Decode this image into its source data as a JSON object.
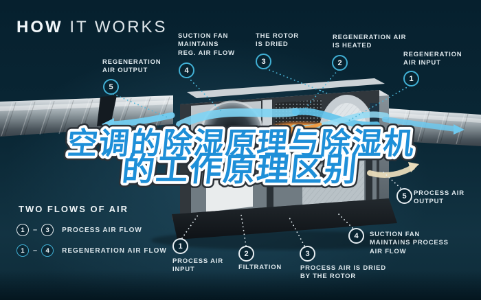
{
  "title": {
    "word_bold": "HOW",
    "word_light": "IT WORKS"
  },
  "headline": {
    "line1": "空调的除湿原理与除湿机",
    "line2": "的工作原理区别",
    "fill": "#1E8FD8",
    "outline": "#FFFFFF"
  },
  "callouts": {
    "regeneration": [
      {
        "num": "1",
        "label": "REGENERATION\nAIR INPUT"
      },
      {
        "num": "2",
        "label": "REGENERATION AIR\nIS HEATED"
      },
      {
        "num": "3",
        "label": "THE ROTOR\nIS DRIED"
      },
      {
        "num": "4",
        "label": "SUCTION FAN\nMAINTAINS\nREG. AIR FLOW"
      },
      {
        "num": "5",
        "label": "REGENERATION\nAIR OUTPUT"
      }
    ],
    "process": [
      {
        "num": "1",
        "label": "PROCESS AIR\nINPUT"
      },
      {
        "num": "2",
        "label": "FILTRATION"
      },
      {
        "num": "3",
        "label": "PROCESS AIR IS DRIED\nBY THE ROTOR"
      },
      {
        "num": "4",
        "label": "SUCTION FAN\nMAINTAINS PROCESS\nAIR FLOW"
      },
      {
        "num": "5",
        "label": "PROCESS AIR\nOUTPUT"
      }
    ]
  },
  "legend": {
    "heading": "TWO FLOWS OF AIR",
    "separator": "–",
    "rows": [
      {
        "from": "1",
        "to": "3",
        "label": "PROCESS AIR FLOW",
        "kind": "process"
      },
      {
        "from": "1",
        "to": "4",
        "label": "REGENERATION AIR FLOW",
        "kind": "regeneration"
      }
    ]
  },
  "colors": {
    "background": "#0A2836",
    "accent_cyan": "#41B0D5",
    "flow_cyan": "#74CFF2",
    "heater_orange": "#EE8C33",
    "outlet_tan": "#E9DCBA",
    "headline_blue": "#1E8FD8",
    "label_white": "#DDE7EC"
  }
}
